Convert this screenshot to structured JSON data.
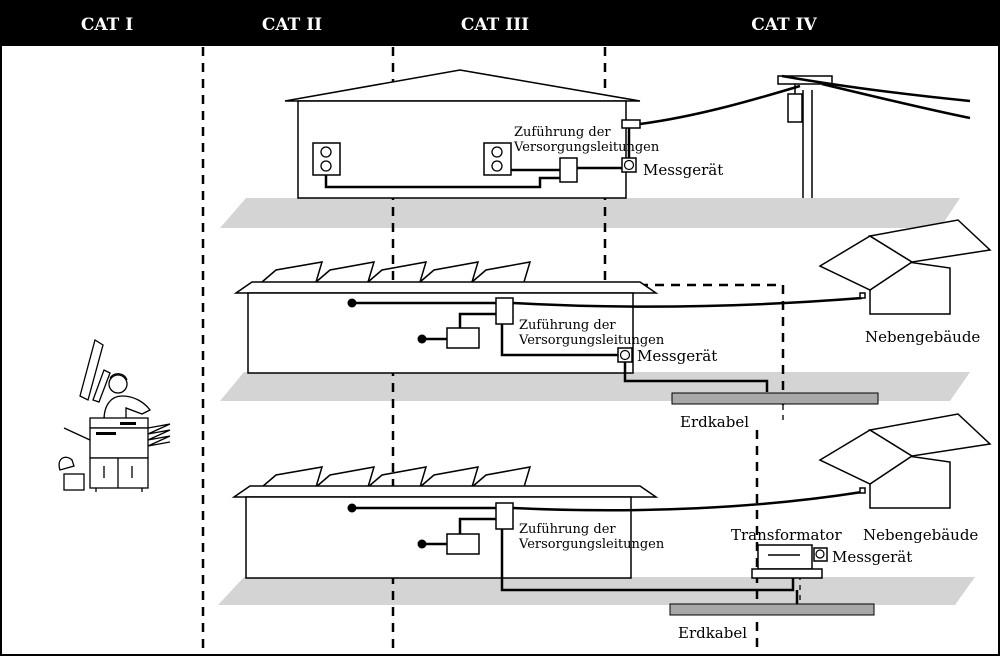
{
  "header": {
    "categories": [
      "CAT I",
      "CAT II",
      "CAT III",
      "CAT IV"
    ]
  },
  "scene1": {
    "feed_line1": "Zuführung der",
    "feed_line2": "Versorgungsleitungen",
    "meter": "Messgerät"
  },
  "scene2": {
    "feed_line1": "Zuführung der",
    "feed_line2": "Versorgungsleitungen",
    "meter": "Messgerät",
    "outbuilding": "Nebengebäude",
    "cable": "Erdkabel"
  },
  "scene3": {
    "feed_line1": "Zuführung der",
    "feed_line2": "Versorgungsleitungen",
    "transformer": "Transformator",
    "outbuilding": "Nebengebäude",
    "meter": "Messgerät",
    "cable": "Erdkabel"
  },
  "colors": {
    "header_bg": "#000000",
    "ground": "#d4d4d4",
    "cable_bar": "#a8a8a8",
    "line": "#000000"
  }
}
